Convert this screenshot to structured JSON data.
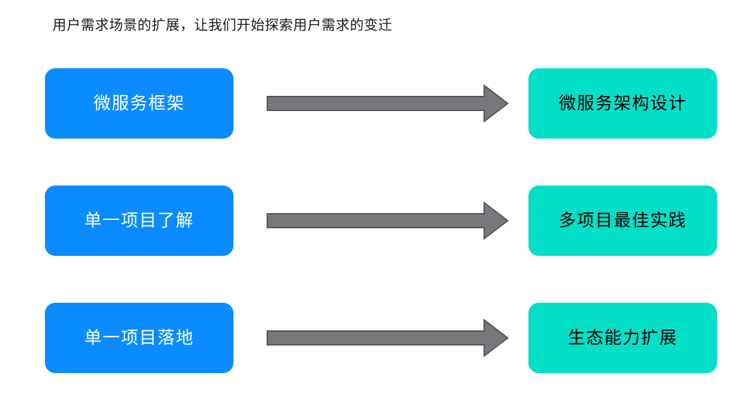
{
  "page": {
    "background_color": "#ffffff",
    "heading": "用户需求场景的扩展，让我们开始探索用户需求的变迁"
  },
  "colors": {
    "source_box": "#0A8CFF",
    "source_text": "#ffffff",
    "target_box": "#04DFC8",
    "target_text": "#000000",
    "arrow_fill": "#76787C",
    "arrow_stroke": "#575757",
    "heading_text": "#1a1a1a"
  },
  "diagram": {
    "type": "transition-mapping",
    "arrow_icon": "right-block-arrow-icon",
    "rows": [
      {
        "source": "微服务框架",
        "arrow": "→",
        "target": "微服务架构设计"
      },
      {
        "source": "单一项目了解",
        "arrow": "→",
        "target": "多项目最佳实践"
      },
      {
        "source": "单一项目落地",
        "arrow": "→",
        "target": "生态能力扩展"
      }
    ]
  }
}
